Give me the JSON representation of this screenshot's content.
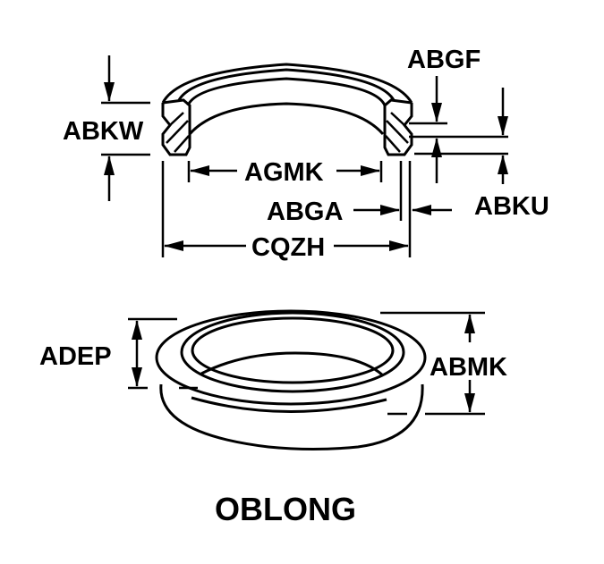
{
  "labels": {
    "abgf": "ABGF",
    "abkw": "ABKW",
    "agmk": "AGMK",
    "abga": "ABGA",
    "abku": "ABKU",
    "cqzh": "CQZH",
    "adep": "ADEP",
    "abmk": "ABMK"
  },
  "title": "OBLONG"
}
